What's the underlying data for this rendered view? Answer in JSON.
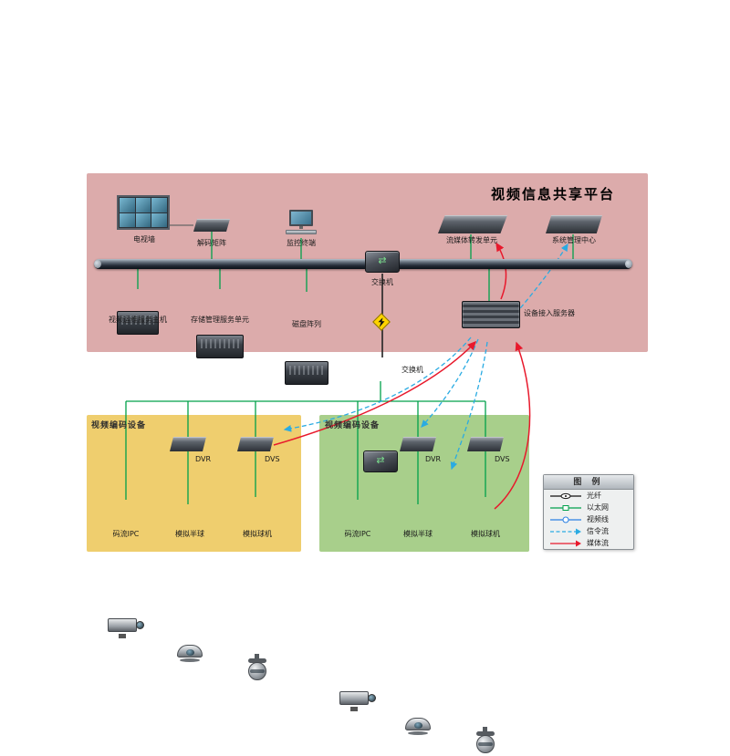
{
  "title": "视频信息共享平台",
  "platform": {
    "tv_wall": "电视墙",
    "decoder_matrix": "解码矩阵",
    "monitor_terminal": "监控终端",
    "switch_top": "交换机",
    "stream_forward_unit": "流媒体转发单元",
    "system_mgmt_center": "系统管理中心",
    "video_ops_host": "视频运维服务主机",
    "storage_mgmt_unit": "存储管理服务单元",
    "disk_array": "磁盘阵列",
    "device_access_server": "设备接入服务器",
    "switch_mid": "交换机"
  },
  "encoders_left": {
    "title": "视频编码设备",
    "dvr": "DVR",
    "dvs": "DVS",
    "ipc": "码流IPC",
    "dome": "模拟半球",
    "ptz": "模拟球机"
  },
  "encoders_right": {
    "title": "视频编码设备",
    "dvr": "DVR",
    "dvs": "DVS",
    "ipc": "码流IPC",
    "dome": "模拟半球",
    "ptz": "模拟球机"
  },
  "legend": {
    "title": "图 例",
    "items": [
      {
        "label": "光纤",
        "type": "fiber"
      },
      {
        "label": "以太网",
        "type": "ethernet"
      },
      {
        "label": "视频线",
        "type": "video"
      },
      {
        "label": "信令流",
        "type": "signal"
      },
      {
        "label": "媒体流",
        "type": "media"
      }
    ]
  },
  "colors": {
    "platform_bg": "#dcabab",
    "encoder_left_bg": "#efce6e",
    "encoder_right_bg": "#a8cf8b",
    "ethernet": "#00a14b",
    "signal": "#2aabe2",
    "media": "#e8192c",
    "fiber": "#1a1a1a"
  }
}
